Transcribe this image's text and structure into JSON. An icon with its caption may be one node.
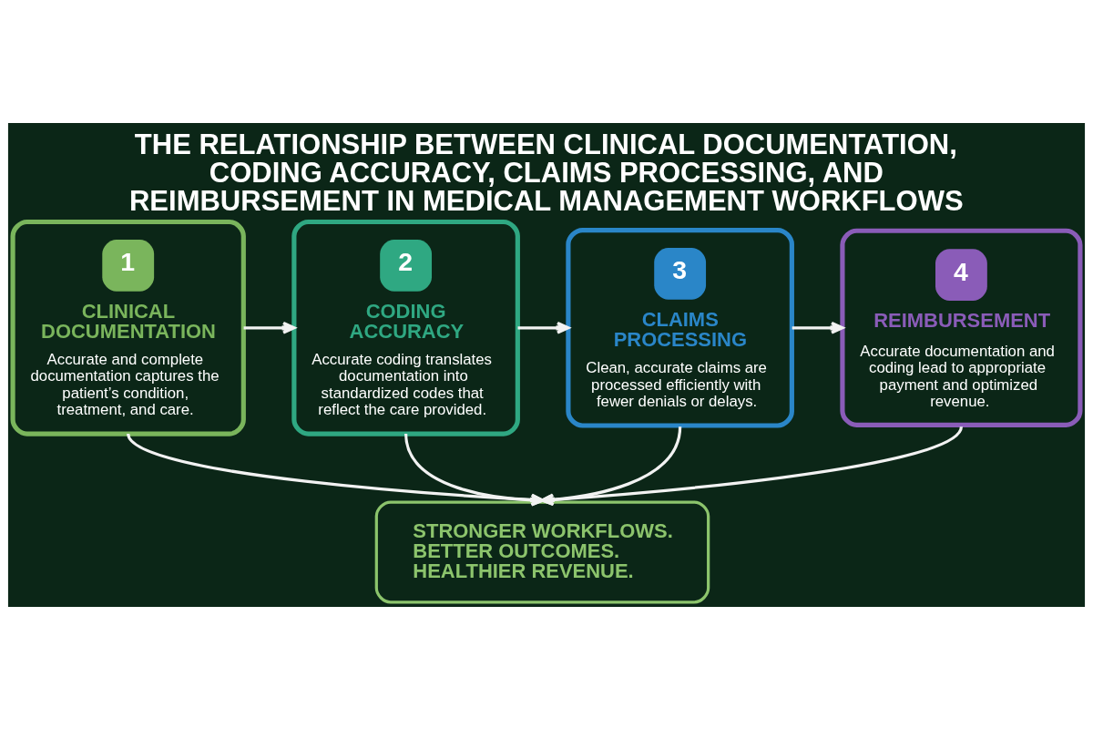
{
  "diagram": {
    "title": "THE RELATIONSHIP BETWEEN CLINICAL DOCUMENTATION, CODING ACCURACY, CLAIMS PROCESSING, AND REIMBURSEMENT IN MEDICAL MANAGEMENT WORKFLOWS",
    "nodes": [
      {
        "text": [
          "1",
          "CLINICAL DOCUMENTATION",
          "Accurate and complete documentation captures the patient’s condition, treatment, and care."
        ]
      },
      {
        "text": [
          "2",
          "CODING ACCURACY",
          "Accurate coding translates documentation into standardized codes that reflect the care provided."
        ]
      },
      {
        "text": [
          "3",
          "CLAIMS PROCESSING",
          "Clean, accurate claims are processed efficiently with fewer denials or delays."
        ]
      },
      {
        "text": [
          "4",
          "REIMBURSEMENT",
          "Accurate documentation and coding lead to appropriate payment and optimized revenue."
        ]
      },
      {
        "text": [
          "STRONGER WORKFLOWS. BETTER OUTCOMES. HEALTHIER REVENUE."
        ]
      }
    ],
    "edges": [
      {
        "from": 0,
        "to": 1,
        "arrow": "to"
      },
      {
        "from": 1,
        "to": 2,
        "arrow": "to"
      },
      {
        "from": 2,
        "to": 3,
        "arrow": "to"
      },
      {
        "from": 0,
        "to": 4,
        "arrow": "to"
      },
      {
        "from": 1,
        "to": 4,
        "arrow": "to"
      },
      {
        "from": 2,
        "to": 4,
        "arrow": "to"
      },
      {
        "from": 3,
        "to": 4,
        "arrow": "to"
      }
    ]
  }
}
